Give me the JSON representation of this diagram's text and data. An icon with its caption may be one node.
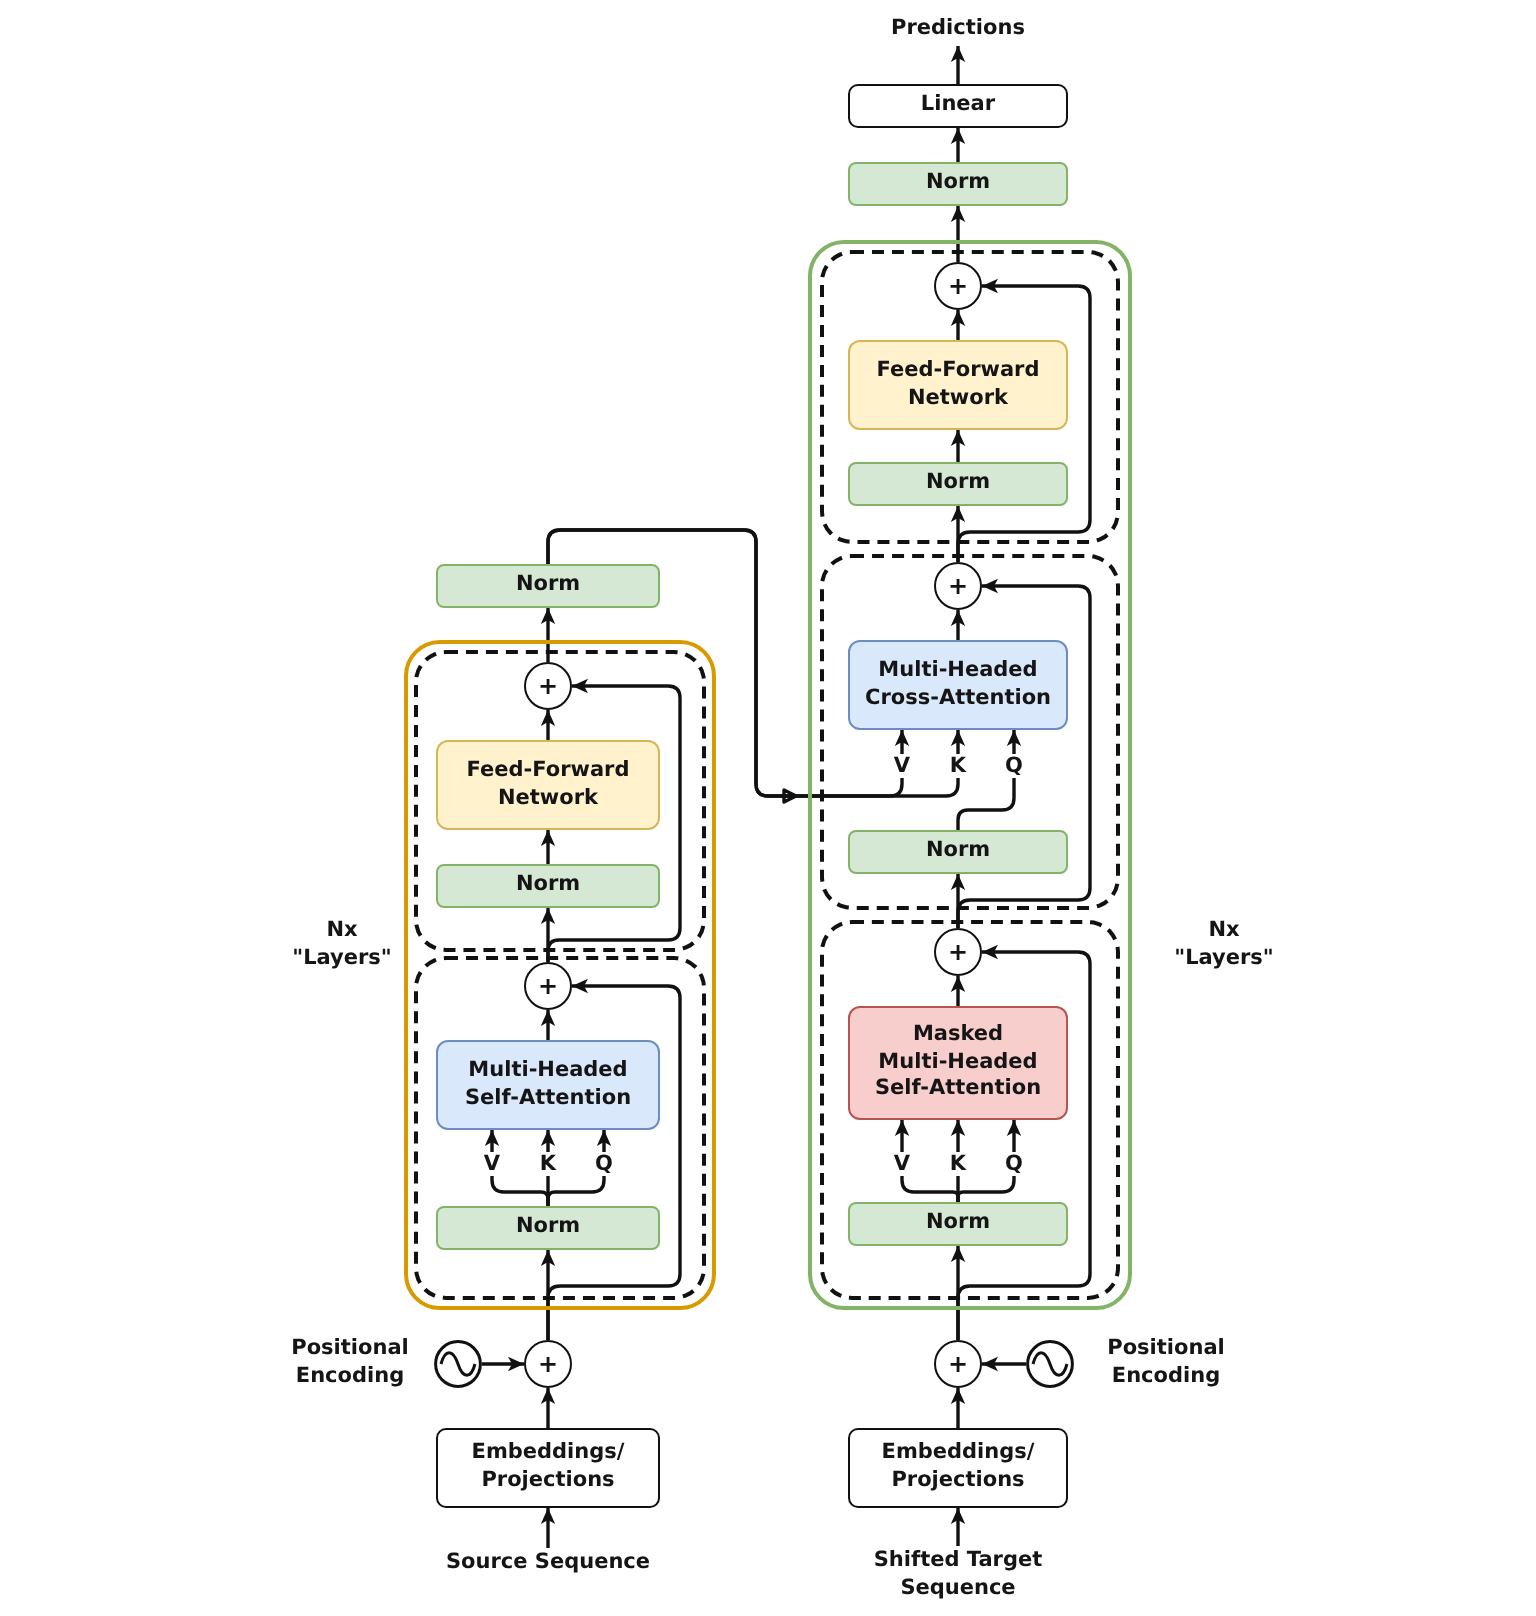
{
  "diagram": {
    "nodes": [
      {
        "text": [
          "Norm"
        ]
      },
      {
        "text": [],
        "shape": "box",
        "beside": [
          "Nx \"Layers\""
        ]
      },
      {
        "text": [],
        "shape": "box",
        "in": 1
      },
      {
        "text": [
          "+"
        ],
        "in": 2
      },
      {
        "text": [
          "Feed-Forward Network"
        ],
        "in": 2
      },
      {
        "text": [
          "Norm"
        ],
        "in": 2
      },
      {
        "text": [],
        "shape": "box",
        "in": 1
      },
      {
        "text": [
          "+"
        ],
        "in": 6
      },
      {
        "text": [
          "Multi-Headed Self-Attention"
        ],
        "in": 6
      },
      {
        "text": [
          "Norm"
        ],
        "in": 6
      },
      {
        "text": [],
        "shape": "circle",
        "beside": [
          "Positional Encoding"
        ]
      },
      {
        "text": [
          "+"
        ]
      },
      {
        "text": [
          "Embeddings/ Projections"
        ]
      },
      {
        "text": [
          "Source Sequence"
        ]
      },
      {
        "text": [
          "Predictions"
        ]
      },
      {
        "text": [
          "Linear"
        ]
      },
      {
        "text": [
          "Norm"
        ]
      },
      {
        "text": [],
        "shape": "box",
        "beside": [
          "Nx \"Layers\""
        ]
      },
      {
        "text": [],
        "shape": "box",
        "in": 17
      },
      {
        "text": [
          "+"
        ],
        "in": 18
      },
      {
        "text": [
          "Feed-Forward Network"
        ],
        "in": 18
      },
      {
        "text": [
          "Norm"
        ],
        "in": 18
      },
      {
        "text": [],
        "shape": "box",
        "in": 17
      },
      {
        "text": [
          "+"
        ],
        "in": 22
      },
      {
        "text": [
          "Multi-Headed Cross-Attention"
        ],
        "in": 22
      },
      {
        "text": [
          "Norm"
        ],
        "in": 22
      },
      {
        "text": [],
        "shape": "box",
        "in": 17
      },
      {
        "text": [
          "+"
        ],
        "in": 26
      },
      {
        "text": [
          "Masked Multi-Headed Self-Attention"
        ],
        "in": 26
      },
      {
        "text": [
          "Norm"
        ],
        "in": 26
      },
      {
        "text": [
          "+"
        ]
      },
      {
        "text": [],
        "shape": "circle",
        "beside": [
          "Positional Encoding"
        ]
      },
      {
        "text": [
          "Embeddings/ Projections"
        ]
      },
      {
        "text": [
          "Shifted Target Sequence"
        ]
      }
    ],
    "edges": [
      {
        "from": 13,
        "to": 12,
        "arrow": "to"
      },
      {
        "from": 12,
        "to": 11,
        "arrow": "to"
      },
      {
        "from": 10,
        "to": 11,
        "arrow": "to"
      },
      {
        "from": 11,
        "to": 9,
        "arrow": "to"
      },
      {
        "from": 11,
        "to": 7,
        "arrow": "to"
      },
      {
        "from": 9,
        "to": 8,
        "arrow": "to",
        "label": "V"
      },
      {
        "from": 9,
        "to": 8,
        "arrow": "to",
        "label": "K"
      },
      {
        "from": 9,
        "to": 8,
        "arrow": "to",
        "label": "Q"
      },
      {
        "from": 8,
        "to": 7,
        "arrow": "to"
      },
      {
        "from": 7,
        "to": 5,
        "arrow": "to"
      },
      {
        "from": 7,
        "to": 3,
        "arrow": "to"
      },
      {
        "from": 5,
        "to": 4,
        "arrow": "to"
      },
      {
        "from": 4,
        "to": 3,
        "arrow": "to"
      },
      {
        "from": 3,
        "to": 0,
        "arrow": "to"
      },
      {
        "from": 0,
        "to": 24,
        "arrow": "to",
        "label": "V"
      },
      {
        "from": 0,
        "to": 24,
        "arrow": "to",
        "label": "K"
      },
      {
        "from": 33,
        "to": 32,
        "arrow": "to"
      },
      {
        "from": 32,
        "to": 30,
        "arrow": "to"
      },
      {
        "from": 31,
        "to": 30,
        "arrow": "to"
      },
      {
        "from": 30,
        "to": 29,
        "arrow": "to"
      },
      {
        "from": 30,
        "to": 27,
        "arrow": "to"
      },
      {
        "from": 29,
        "to": 28,
        "arrow": "to",
        "label": "V"
      },
      {
        "from": 29,
        "to": 28,
        "arrow": "to",
        "label": "K"
      },
      {
        "from": 29,
        "to": 28,
        "arrow": "to",
        "label": "Q"
      },
      {
        "from": 28,
        "to": 27,
        "arrow": "to"
      },
      {
        "from": 27,
        "to": 25,
        "arrow": "to"
      },
      {
        "from": 27,
        "to": 23,
        "arrow": "to"
      },
      {
        "from": 25,
        "to": 24,
        "arrow": "to",
        "label": "Q"
      },
      {
        "from": 24,
        "to": 23,
        "arrow": "to"
      },
      {
        "from": 23,
        "to": 21,
        "arrow": "to"
      },
      {
        "from": 23,
        "to": 19,
        "arrow": "to"
      },
      {
        "from": 21,
        "to": 20,
        "arrow": "to"
      },
      {
        "from": 20,
        "to": 19,
        "arrow": "to"
      },
      {
        "from": 19,
        "to": 16,
        "arrow": "to"
      },
      {
        "from": 16,
        "to": 15,
        "arrow": "to"
      },
      {
        "from": 15,
        "to": 14,
        "arrow": "to"
      }
    ]
  }
}
